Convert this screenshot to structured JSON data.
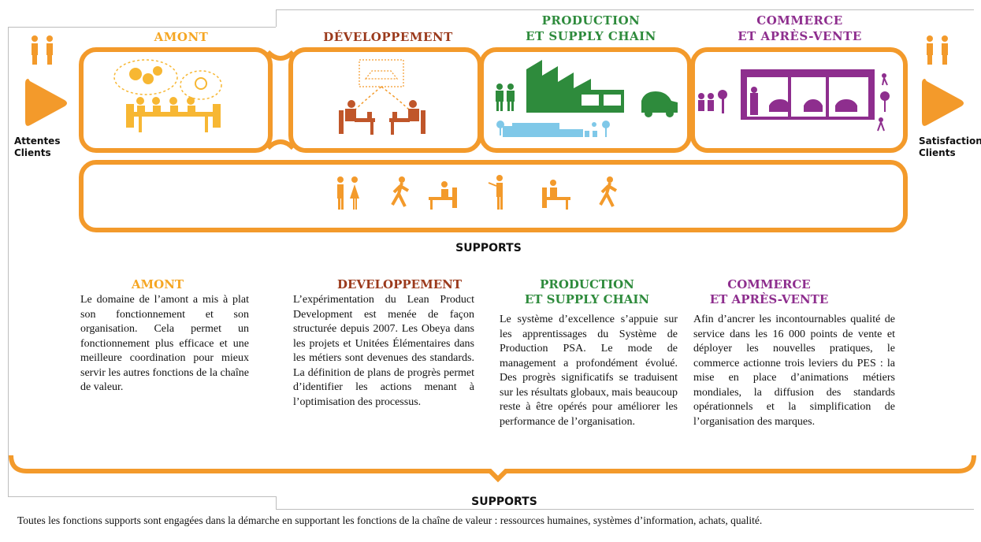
{
  "stages": [
    {
      "id": "amont",
      "title": "AMONT",
      "color": "#f5a623"
    },
    {
      "id": "developpement",
      "title": "DÉVELOPPEMENT",
      "color": "#9b3a1c"
    },
    {
      "id": "production",
      "title_line1": "PRODUCTION",
      "title_line2": "ET SUPPLY CHAIN",
      "color": "#2e8b3c"
    },
    {
      "id": "commerce",
      "title_line1": "COMMERCE",
      "title_line2": "ET APRÈS-VENTE",
      "color": "#8e2e8e"
    }
  ],
  "left_label": {
    "line1": "Attentes",
    "line2": "Clients"
  },
  "right_label": {
    "line1": "Satisfaction",
    "line2": "Clients"
  },
  "supports_heading": "SUPPORTS",
  "columns": [
    {
      "title": "AMONT",
      "color": "#f5a623",
      "text": "Le domaine de l’amont a mis à plat son fonctionnement et son organisation. Cela permet un fonctionnement plus efficace et une meilleure coordination pour mieux servir les autres fonctions de la chaîne de valeur."
    },
    {
      "title": "DEVELOPPEMENT",
      "color": "#9b3a1c",
      "text": "L’expérimentation du Lean Product Development est menée de façon structurée depuis 2007. Les Obeya dans les projets et Unitées Élémentaires dans les métiers sont devenues des standards. La définition de plans de progrès permet d’identifier les actions menant à l’optimisation des processus."
    },
    {
      "title_line1": "PRODUCTION",
      "title_line2": "ET SUPPLY CHAIN",
      "color": "#2e8b3c",
      "text": "Le système d’excellence s’appuie sur les apprentissages du Système de Production PSA. Le mode de management a profondément évolué. Des progrès significatifs se traduisent sur les résultats globaux, mais beaucoup reste à être opérés pour améliorer les performance de l’organisation."
    },
    {
      "title_line1": "COMMERCE",
      "title_line2": "ET APRÈS-VENTE",
      "color": "#8e2e8e",
      "text": "Afin d’ancrer les incontournables qualité de service dans les 16 000 points de vente et déployer les nouvelles pratiques, le commerce actionne trois leviers du PES : la mise en place d’animations métiers mondiales, la diffusion des standards opérationnels et la simplification de l’organisation des marques."
    }
  ],
  "footer": {
    "heading": "SUPPORTS",
    "text": "Toutes les fonctions supports sont engagées dans la démarche en supportant les fonctions de la chaîne de valeur : ressources humaines, systèmes d’information, achats, qualité."
  },
  "colors": {
    "accent_orange": "#f39a2b",
    "light_orange": "#f7b733",
    "green": "#2e8b3c",
    "purple": "#8e2e8e",
    "light_blue": "#7fc8e8",
    "brown": "#b5541c"
  }
}
